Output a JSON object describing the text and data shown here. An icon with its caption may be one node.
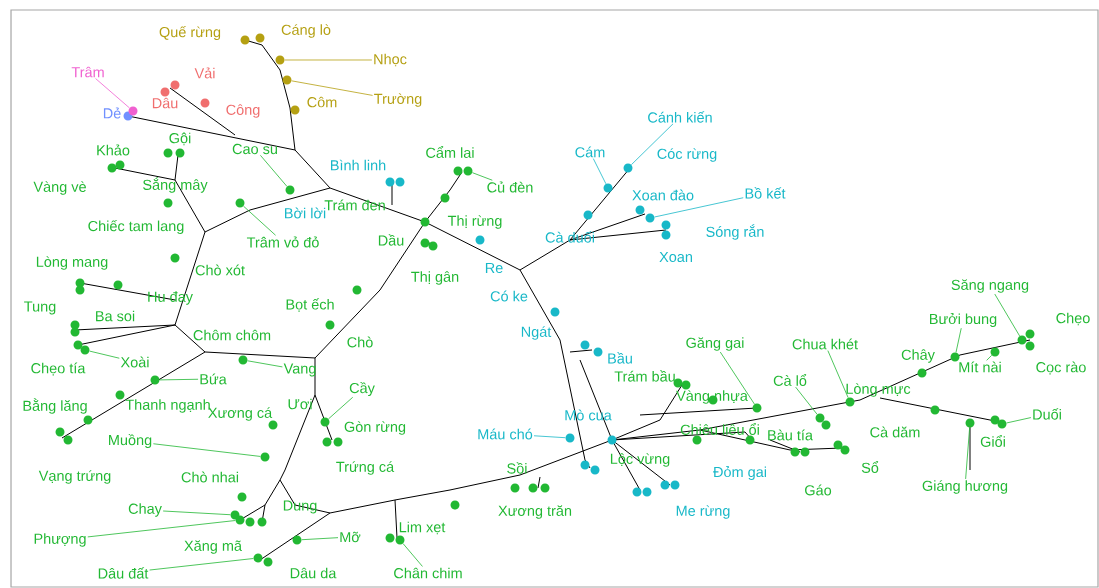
{
  "diagram": {
    "nodes": [
      {
        "text": [
          "Trâm"
        ]
      },
      {
        "text": [
          "Nhọc"
        ]
      },
      {
        "text": [
          "Trường"
        ]
      },
      {
        "text": [
          "Cánh kiến"
        ]
      },
      {
        "text": [
          "Cao su"
        ]
      },
      {
        "text": [
          "Cám"
        ]
      },
      {
        "text": [
          "Củ đèn"
        ]
      },
      {
        "text": [
          "Bồ kết"
        ]
      },
      {
        "text": [
          "Trâm vỏ đỏ"
        ]
      },
      {
        "text": [
          "Săng ngang"
        ]
      },
      {
        "text": [
          "Bưởi bung"
        ]
      },
      {
        "text": [
          "Găng gai"
        ]
      },
      {
        "text": [
          "Chua khét"
        ]
      },
      {
        "text": [
          "Xoài"
        ]
      },
      {
        "text": [
          "Vang"
        ]
      },
      {
        "text": [
          "Mít nài"
        ]
      },
      {
        "text": [
          "Bứa"
        ]
      },
      {
        "text": [
          "Cầy"
        ]
      },
      {
        "text": [
          "Cà lổ"
        ]
      },
      {
        "text": [
          "Duối"
        ]
      },
      {
        "text": [
          "Muồng"
        ]
      },
      {
        "text": [
          "Máu chó"
        ]
      },
      {
        "text": [
          "Giáng hương"
        ]
      },
      {
        "text": [
          "Chay"
        ]
      },
      {
        "text": [
          "Phượng"
        ]
      },
      {
        "text": [
          "Mỡ"
        ]
      },
      {
        "text": [
          "Dâu đất"
        ]
      },
      {
        "text": [
          "Chân chim"
        ]
      },
      {
        "text": [],
        "shape": "circle"
      },
      {
        "text": [],
        "shape": "circle"
      },
      {
        "text": [],
        "shape": "circle"
      },
      {
        "text": [],
        "shape": "circle"
      },
      {
        "text": [],
        "shape": "circle"
      },
      {
        "text": [],
        "shape": "circle"
      },
      {
        "text": [],
        "shape": "circle"
      },
      {
        "text": [],
        "shape": "circle"
      },
      {
        "text": [],
        "shape": "circle"
      },
      {
        "text": [],
        "shape": "circle"
      },
      {
        "text": [],
        "shape": "circle"
      },
      {
        "text": [],
        "shape": "circle"
      },
      {
        "text": [],
        "shape": "circle"
      },
      {
        "text": [],
        "shape": "circle"
      },
      {
        "text": [],
        "shape": "circle"
      },
      {
        "text": [],
        "shape": "circle"
      },
      {
        "text": [],
        "shape": "circle"
      },
      {
        "text": [],
        "shape": "circle"
      },
      {
        "text": [],
        "shape": "circle"
      },
      {
        "text": [],
        "shape": "circle"
      },
      {
        "text": [],
        "shape": "circle"
      },
      {
        "text": [],
        "shape": "circle"
      },
      {
        "text": [],
        "shape": "circle"
      },
      {
        "text": [],
        "shape": "circle"
      },
      {
        "text": [],
        "shape": "circle"
      },
      {
        "text": [],
        "shape": "circle"
      },
      {
        "text": [],
        "shape": "circle"
      },
      {
        "text": [],
        "shape": "circle"
      }
    ],
    "edges": [
      {
        "from": 0,
        "to": 28,
        "arrow": "none",
        "color": "#f060d0"
      },
      {
        "from": 1,
        "to": 29,
        "arrow": "none",
        "color": "#b5a012"
      },
      {
        "from": 2,
        "to": 30,
        "arrow": "none",
        "color": "#b5a012"
      },
      {
        "from": 3,
        "to": 31,
        "arrow": "none",
        "color": "#18b8c8"
      },
      {
        "from": 4,
        "to": 32,
        "arrow": "none"
      },
      {
        "from": 5,
        "to": 33,
        "arrow": "none",
        "color": "#18b8c8"
      },
      {
        "from": 6,
        "to": 34,
        "arrow": "none"
      },
      {
        "from": 7,
        "to": 35,
        "arrow": "none",
        "color": "#18b8c8"
      },
      {
        "from": 8,
        "to": 36,
        "arrow": "none"
      },
      {
        "from": 9,
        "to": 37,
        "arrow": "none"
      },
      {
        "from": 10,
        "to": 38,
        "arrow": "none"
      },
      {
        "from": 11,
        "to": 39,
        "arrow": "none"
      },
      {
        "from": 12,
        "to": 40,
        "arrow": "none"
      },
      {
        "from": 13,
        "to": 41,
        "arrow": "none"
      },
      {
        "from": 14,
        "to": 42,
        "arrow": "none"
      },
      {
        "from": 15,
        "to": 43,
        "arrow": "none"
      },
      {
        "from": 16,
        "to": 44,
        "arrow": "none"
      },
      {
        "from": 17,
        "to": 45,
        "arrow": "none"
      },
      {
        "from": 18,
        "to": 46,
        "arrow": "none"
      },
      {
        "from": 19,
        "to": 47,
        "arrow": "none"
      },
      {
        "from": 20,
        "to": 48,
        "arrow": "none"
      },
      {
        "from": 21,
        "to": 49,
        "arrow": "none",
        "color": "#18b8c8"
      },
      {
        "from": 22,
        "to": 50,
        "arrow": "none"
      },
      {
        "from": 23,
        "to": 51,
        "arrow": "none"
      },
      {
        "from": 24,
        "to": 52,
        "arrow": "none"
      },
      {
        "from": 25,
        "to": 53,
        "arrow": "none"
      },
      {
        "from": 26,
        "to": 54,
        "arrow": "none"
      },
      {
        "from": 27,
        "to": 55,
        "arrow": "none"
      }
    ],
    "labels": [
      "Quế rừng",
      "Cáng lò",
      "Vải",
      "Dẻ",
      "Dâu",
      "Công",
      "Côm",
      "Khảo",
      "Gội",
      "Bình linh",
      "Cẩm lai",
      "Cóc rừng",
      "Vàng vè",
      "Sắng mây",
      "Xoan đào",
      "Bời lời",
      "Trám đen",
      "Chiếc tam lang",
      "Dầu",
      "Thị rừng",
      "Cà duối",
      "Sóng rắn",
      "Lòng mang",
      "Chò xót",
      "Thị gân",
      "Re",
      "Xoan",
      "Tung",
      "Ba  soi",
      "Hu đay",
      "Bọt ếch",
      "Có ke",
      "Chẹo",
      "Chôm chôm",
      "Chò",
      "Ngát",
      "Chẹo tía",
      "Bầu",
      "Chây",
      "Cọc rào",
      "Trám bầu",
      "Lòng mực",
      "Bằng lăng",
      "Thanh ngạnh",
      "Xương cá",
      "Ươi",
      "Mò cua",
      "Vàng nhựa",
      "Gòn rừng",
      "Chiêu liêu ổi",
      "Bàu tía",
      "Cà dăm",
      "Giổi",
      "Vạng trứng",
      "Chò nhai",
      "Trứng cá",
      "Sồi",
      "Lộc vừng",
      "Đỏm gai",
      "Sổ",
      "Gáo",
      "Dung",
      "Xương trăn",
      "Me rừng",
      "Lim xẹt",
      "Xăng mã",
      "Dâu da"
    ]
  }
}
